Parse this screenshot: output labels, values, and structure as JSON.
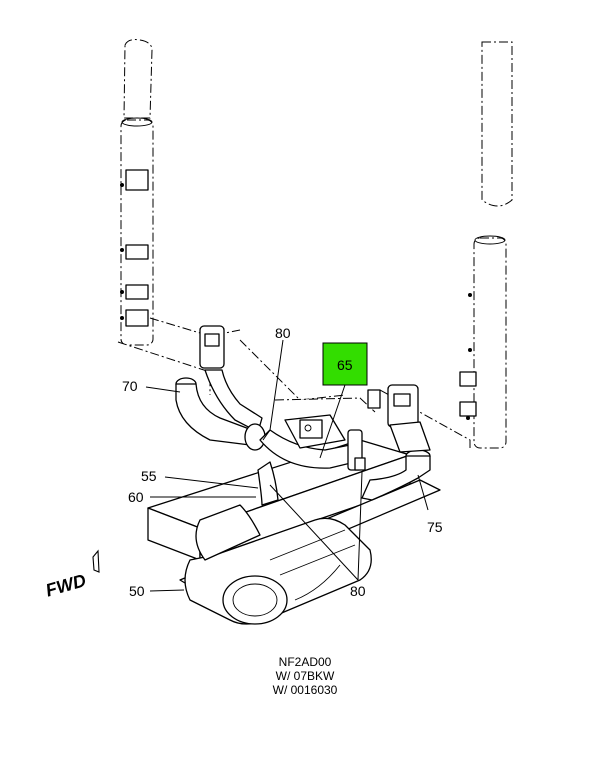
{
  "callouts": {
    "c50": "50",
    "c55": "55",
    "c60": "60",
    "c65": "65",
    "c70": "70",
    "c75": "75",
    "c80_top": "80",
    "c80_bottom": "80"
  },
  "orientation_label": "FWD",
  "footer": {
    "line1": "NF2AD00",
    "line2": "W/ 07BKW",
    "line3": "W/ 0016030"
  },
  "colors": {
    "highlight_fill": "#33dd00",
    "line": "#000000",
    "background": "#ffffff"
  }
}
